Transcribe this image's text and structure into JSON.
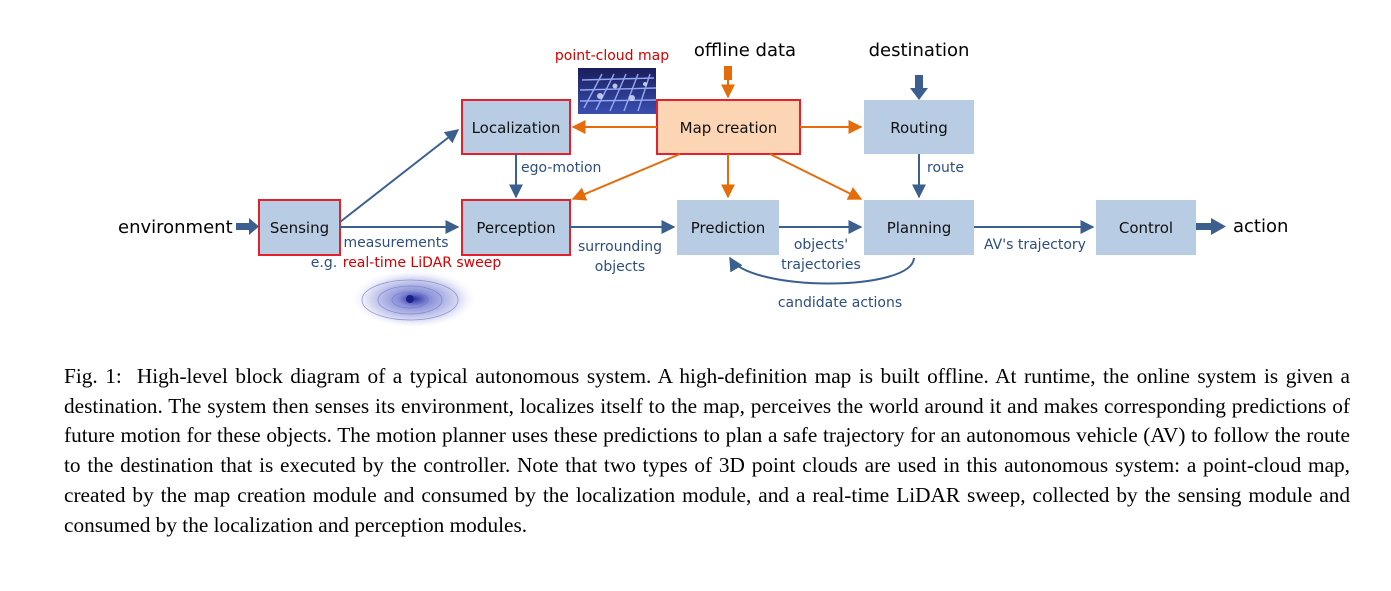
{
  "diagram": {
    "inputs": {
      "environment": "environment",
      "offline_data": "offline data",
      "destination": "destination",
      "action": "action"
    },
    "boxes": {
      "sensing": "Sensing",
      "localization": "Localization",
      "map_creation": "Map creation",
      "routing": "Routing",
      "perception": "Perception",
      "prediction": "Prediction",
      "planning": "Planning",
      "control": "Control"
    },
    "edges": {
      "ego_motion": "ego-motion",
      "route": "route",
      "measurements": "measurements",
      "eg": "e.g.",
      "realtime_lidar": "real-time LiDAR sweep",
      "point_cloud_map": "point-cloud map",
      "surrounding_1": "surrounding",
      "surrounding_2": "objects",
      "objects_traj_1": "objects'",
      "objects_traj_2": "trajectories",
      "av_trajectory": "AV's trajectory",
      "candidate_actions": "candidate actions"
    },
    "colors": {
      "box_fill": "#b8cce4",
      "box_fill_orange": "#fcd5b5",
      "box_border_red": "#e3202c",
      "arrow_blue": "#3b5f8f",
      "arrow_orange": "#e46c0a",
      "label_red": "#d40000"
    }
  },
  "caption": {
    "prefix": "Fig. 1:",
    "text": "High-level block diagram of a typical autonomous system. A high-definition map is built offline. At runtime, the online system is given a destination. The system then senses its environment, localizes itself to the map, perceives the world around it and makes corresponding predictions of future motion for these objects. The motion planner uses these predictions to plan a safe trajectory for an autonomous vehicle (AV) to follow the route to the destination that is executed by the controller. Note that two types of 3D point clouds are used in this autonomous system: a point-cloud map, created by the map creation module and consumed by the localization module, and a real-time LiDAR sweep, collected by the sensing module and consumed by the localization and perception modules."
  }
}
